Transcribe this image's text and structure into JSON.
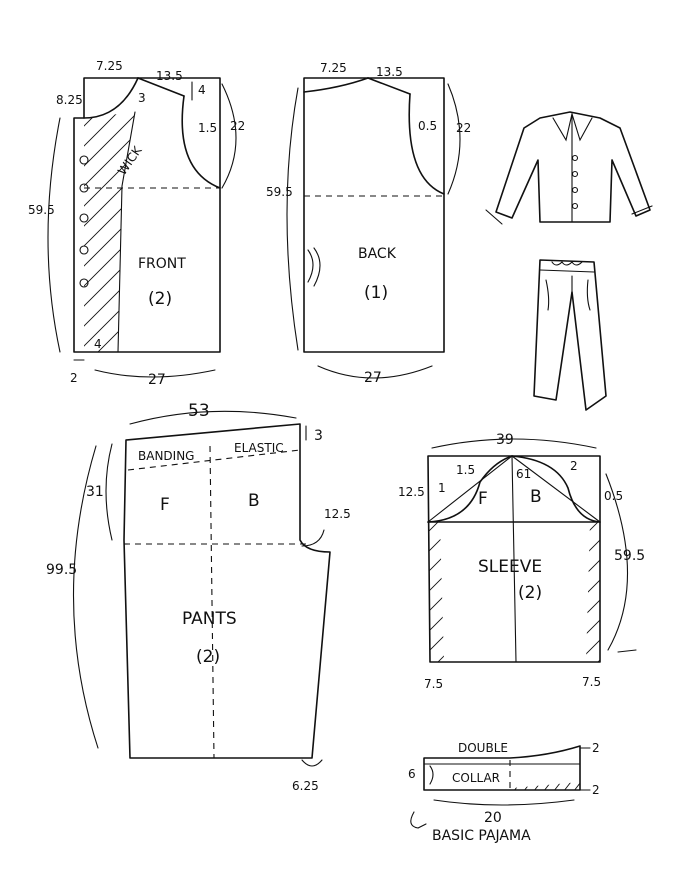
{
  "front": {
    "label": "FRONT",
    "qty": "(2)",
    "wick": "WICK",
    "neck_w": "7.25",
    "shoulder": "13.5",
    "drop_top": "4",
    "neck_depth": "8.25",
    "neck_inner": "3",
    "armhole_in": "1.5",
    "armhole_depth": "22",
    "length": "59.5",
    "hem_ext": "4",
    "placket": "2",
    "width": "27"
  },
  "back": {
    "label": "BACK",
    "qty": "(1)",
    "neck_w": "7.25",
    "shoulder": "13.5",
    "armhole_in": "0.5",
    "armhole_depth": "22",
    "length": "59.5",
    "width": "27"
  },
  "pants": {
    "label": "PANTS",
    "qty": "(2)",
    "top_w": "53",
    "rise_extra": "3",
    "banding": "BANDING",
    "elastic": "ELASTIC",
    "front_mark": "F",
    "back_mark": "B",
    "crotch_depth": "31",
    "crotch_ext": "12.5",
    "length": "99.5",
    "hem": "6.25"
  },
  "sleeve": {
    "label": "SLEEVE",
    "qty": "(2)",
    "top_w": "39",
    "cap_h": "12.5",
    "cap_in": "1.5",
    "cap_b": "2",
    "cap_b_side": "0.5",
    "cap_f_side": "1",
    "cap_mid": "61",
    "front_mark": "F",
    "back_mark": "B",
    "length": "59.5",
    "hem_left": "7.5",
    "hem_right": "7.5"
  },
  "collar": {
    "title": "DOUBLE",
    "label": "COLLAR",
    "height": "6",
    "width": "20",
    "right_top": "2",
    "right_bottom": "2"
  },
  "footer": {
    "caption": "BASIC PAJAMA"
  }
}
